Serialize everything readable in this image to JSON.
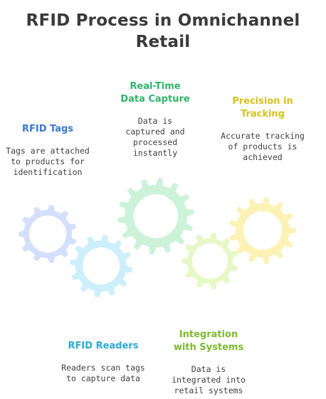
{
  "title": "RFID Process in Omnichannel Retail",
  "stages": [
    {
      "id": "rfid-tags",
      "heading": "RFID Tags",
      "description": "Tags are attached to products for identification",
      "color": "#3b77d3",
      "gear_color": "#d4e0fb"
    },
    {
      "id": "rfid-readers",
      "heading": "RFID Readers",
      "description": "Readers scan tags to capture data",
      "color": "#2aa9d6",
      "gear_color": "#cdeffb"
    },
    {
      "id": "real-time-data-capture",
      "heading": "Real-Time Data Capture",
      "description": "Data is captured and processed instantly",
      "color": "#2fb36a",
      "gear_color": "#ccf3d9"
    },
    {
      "id": "integration-with-systems",
      "heading": "Integration with Systems",
      "description": "Data is integrated into retail systems",
      "color": "#7cba2c",
      "gear_color": "#e6f8c6"
    },
    {
      "id": "precision-in-tracking",
      "heading": "Precision in Tracking",
      "description": "Accurate tracking of products is achieved",
      "color": "#d9c11c",
      "gear_color": "#fdf2b6"
    }
  ]
}
